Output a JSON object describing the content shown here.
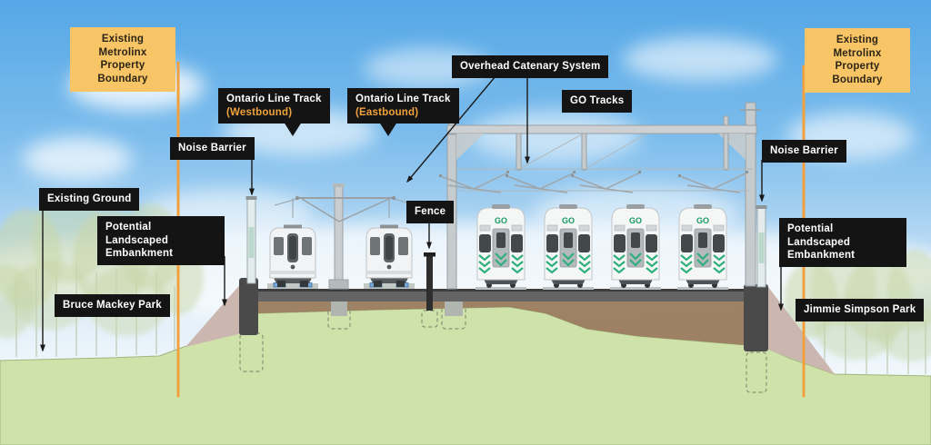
{
  "labels": {
    "property_boundary": "Existing Metrolinx Property Boundary",
    "ontario_line_track": "Ontario Line Track",
    "westbound": "(Westbound)",
    "eastbound": "(Eastbound)",
    "overhead_catenary_system": "Overhead Catenary System",
    "go_tracks": "GO Tracks",
    "noise_barrier": "Noise Barrier",
    "existing_ground": "Existing Ground",
    "potential_landscaped_embankment": "Potential Landscaped Embankment",
    "bruce_mackey_park": "Bruce Mackey Park",
    "fence": "Fence",
    "jimmie_simpson_park": "Jimmie Simpson Park",
    "go_logo": "GO"
  },
  "colors": {
    "boundary_line_orange": "#F2A03D",
    "label_yellow_bg": "#F7C566",
    "label_black_bg": "#141414",
    "label_accent_orange": "#F0A23C",
    "go_green": "#2FAE7E",
    "ground_green": "#CFE2AA",
    "embankment_pink": "#CBB7AF",
    "soil_brown": "#9A7A5C",
    "sky_blue": "#55A7E6"
  }
}
